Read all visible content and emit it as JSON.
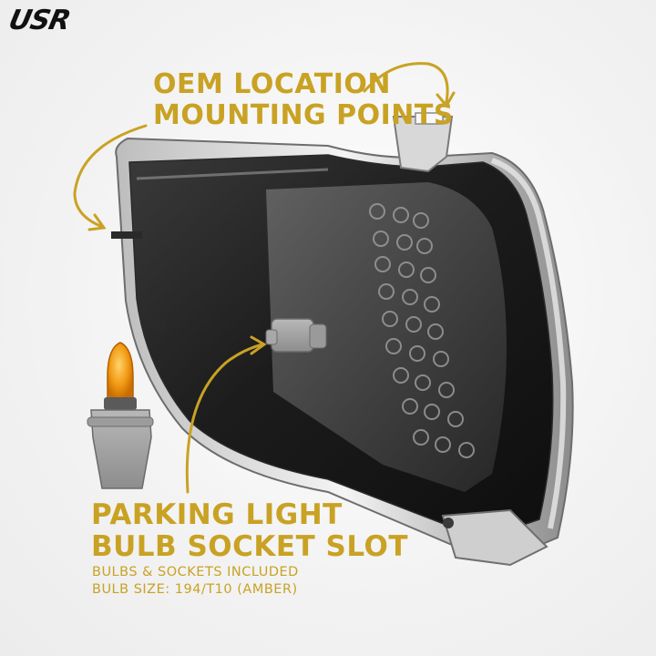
{
  "brand": {
    "logo_text": "USR"
  },
  "callouts": {
    "oem": {
      "line1": "OEM LOCATION",
      "line2": "MOUNTING POINTS"
    },
    "parking": {
      "line1": "PARKING LIGHT",
      "line2": "BULB SOCKET SLOT",
      "note1": "BULBS & SOCKETS INCLUDED",
      "note2": "BULB SIZE: 194/T10 (AMBER)"
    }
  },
  "colors": {
    "accent": "#c9a224",
    "dark": "#1b1b1b"
  }
}
